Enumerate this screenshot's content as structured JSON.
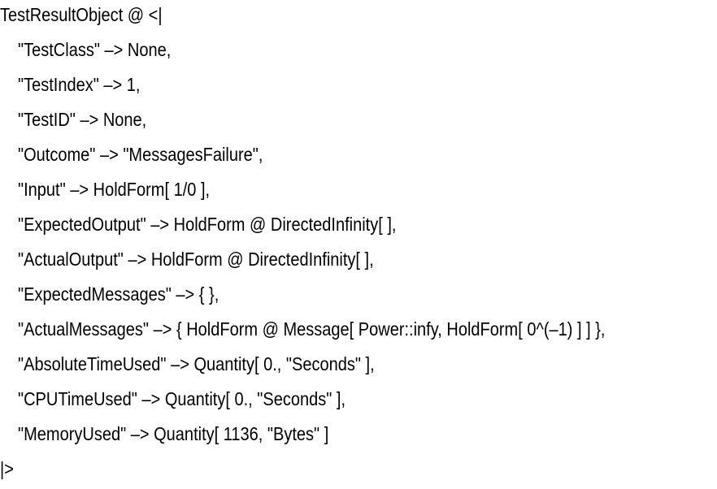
{
  "code": {
    "lines": [
      "TestResultObject @ <|",
      "\"TestClass\" –> None,",
      "\"TestIndex\" –> 1,",
      "\"TestID\" –> None,",
      "\"Outcome\" –> \"MessagesFailure\",",
      "\"Input\" –> HoldForm[ 1/0 ],",
      "\"ExpectedOutput\" –> HoldForm @ DirectedInfinity[ ],",
      "\"ActualOutput\" –> HoldForm @ DirectedInfinity[ ],",
      "\"ExpectedMessages\" –> { },",
      "\"ActualMessages\" –> { HoldForm @ Message[ Power::infy, HoldForm[ 0^(–1) ] ] },",
      "\"AbsoluteTimeUsed\" –> Quantity[ 0., \"Seconds\" ],",
      "\"CPUTimeUsed\" –> Quantity[ 0., \"Seconds\" ],",
      "\"MemoryUsed\" –> Quantity[ 1136, \"Bytes\" ]",
      "|>"
    ]
  }
}
